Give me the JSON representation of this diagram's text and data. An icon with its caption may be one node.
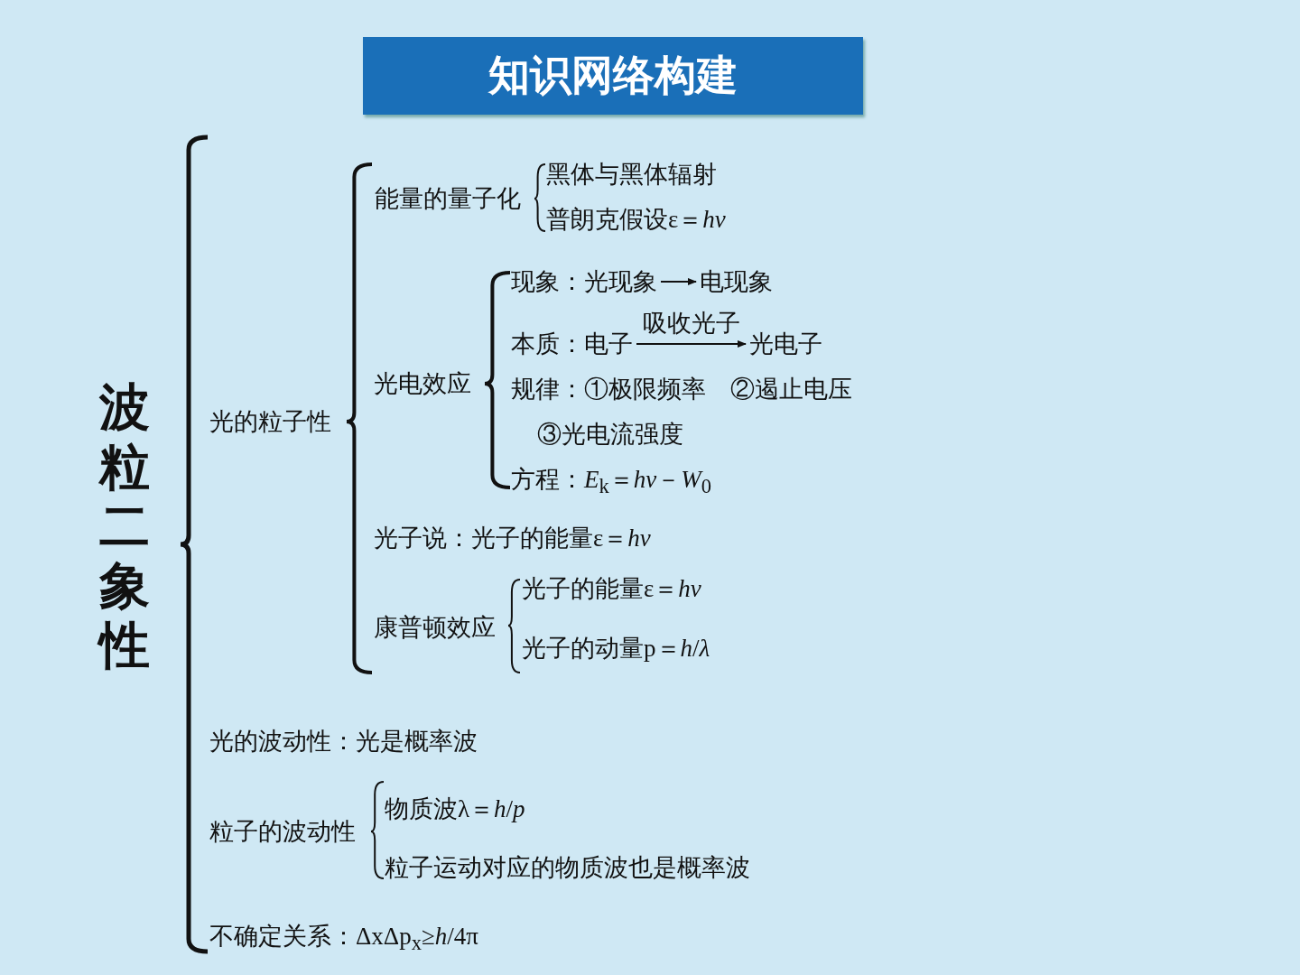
{
  "diagram": {
    "title": "知识网络构建",
    "nodes": [
      {
        "text": [
          "现象：光现象"
        ]
      },
      {
        "text": [
          "电现象"
        ]
      },
      {
        "text": [
          "本质：电子"
        ]
      },
      {
        "text": [
          "光电子"
        ]
      }
    ],
    "edges": [
      {
        "from": 0,
        "to": 1,
        "arrow": "to"
      },
      {
        "from": 2,
        "to": 3,
        "arrow": "to",
        "label": "吸收光子"
      }
    ],
    "labels": [
      "波粒二象性",
      "光的粒子性",
      "能量的量子化",
      "黑体与黑体辐射",
      "普朗克假设ε＝*hν*",
      "光电效应",
      "规律：①极限频率　②遏止电压",
      "③光电流强度",
      "方程：*E*$_{k}$＝*hν*－*W*$_{0}$",
      "光子说：光子的能量ε＝*hν*",
      "康普顿效应",
      "光子的能量ε＝*hν*",
      "光子的动量p＝*h*/*λ*",
      "光的波动性：光是概率波",
      "粒子的波动性",
      "物质波λ＝*h*/*p*",
      "粒子运动对应的物质波也是概率波",
      "不确定关系：ΔxΔp$_{x}$≥*h*/4π"
    ]
  }
}
